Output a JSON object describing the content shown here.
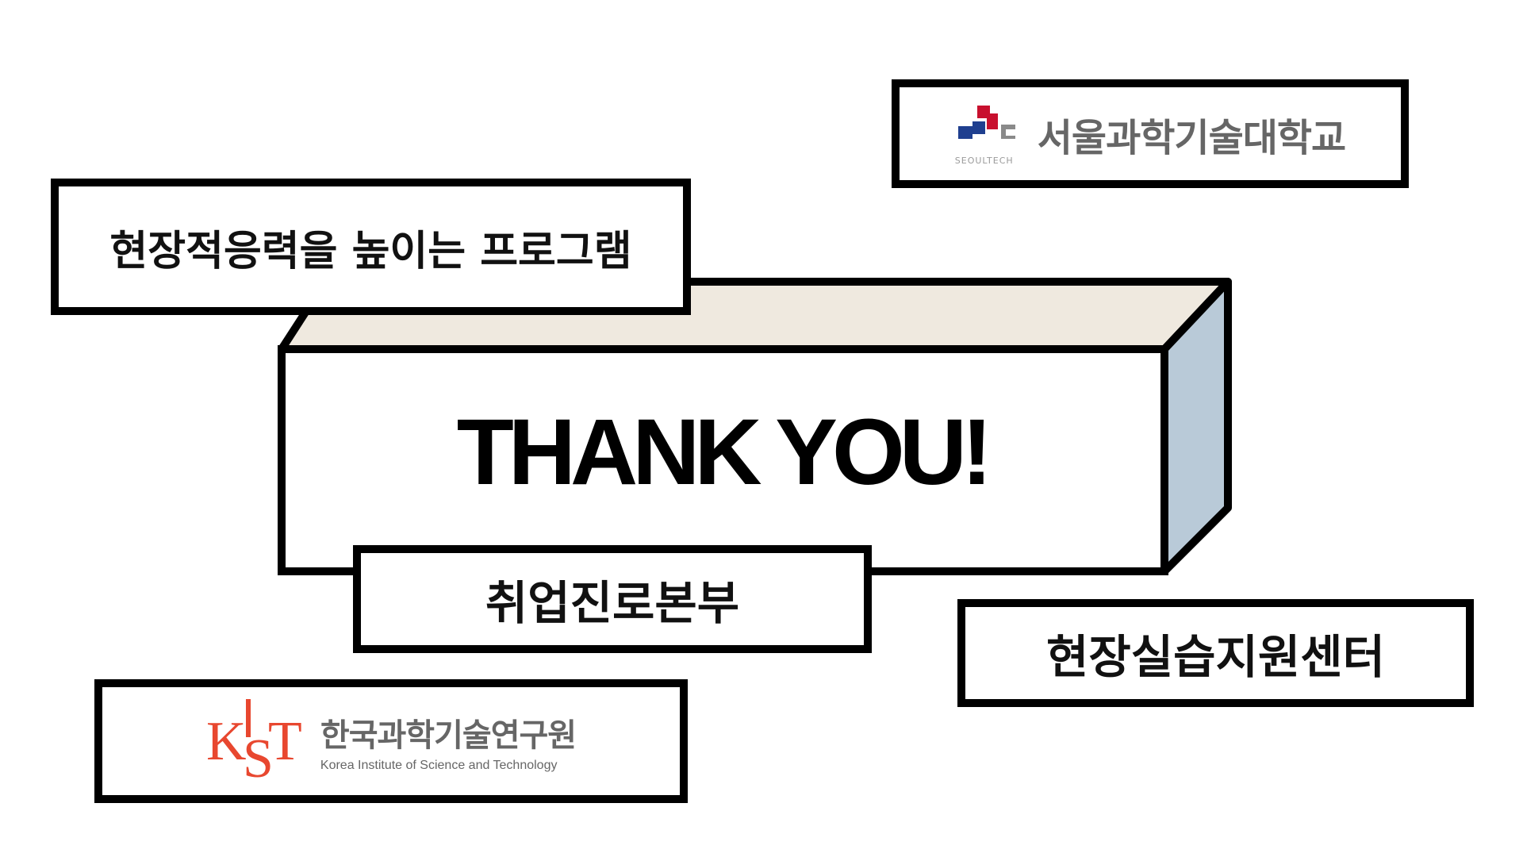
{
  "main": {
    "thank_you": "THANK YOU!"
  },
  "labels": {
    "program": "현장적응력을 높이는 프로그램",
    "career_center": "취업진로본부",
    "internship_center": "현장실습지원센터"
  },
  "seoultech": {
    "name": "서울과학기술대학교",
    "sub": "SEOULTECH",
    "colors": {
      "red": "#c8102e",
      "blue": "#1f3f8f",
      "gray": "#8a8a8a"
    }
  },
  "kist": {
    "logo_text": "KIST",
    "name": "한국과학기술연구원",
    "english": "Korea Institute of Science and Technology",
    "color": "#e8472f"
  },
  "colors": {
    "box_top": "#efe9df",
    "box_side": "#b9cad8",
    "border": "#000000"
  }
}
